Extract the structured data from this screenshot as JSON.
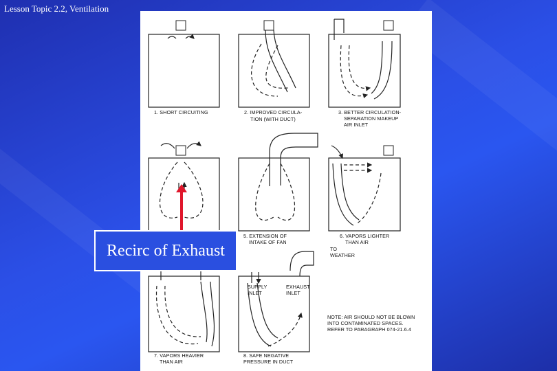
{
  "slide": {
    "title": "Lesson Topic 2.2, Ventilation"
  },
  "callout": {
    "label": "Recirc of Exhaust"
  },
  "figure": {
    "captions": {
      "c1": "1. SHORT CIRCUITING",
      "c2a": "2. IMPROVED CIRCULA-",
      "c2b": "TION (WITH DUCT)",
      "c3a": "3. BETTER CIRCULATION-",
      "c3b": "SEPARATION MAKEUP",
      "c3c": "AIR INLET",
      "c5a": "5. EXTENSION OF",
      "c5b": "INTAKE OF FAN",
      "c6a": "6. VAPORS LIGHTER",
      "c6b": "THAN AIR",
      "c7a": "7. VAPORS HEAVIER",
      "c7b": "THAN AIR",
      "c8a": "8. SAFE NEGATIVE",
      "c8b": "PRESSURE IN DUCT",
      "to_weather_a": "TO",
      "to_weather_b": "WEATHER",
      "supply_a": "SUPPLY",
      "supply_b": "INLET",
      "exhaust_a": "EXHAUST",
      "exhaust_b": "INLET",
      "note_a": "NOTE: AIR SHOULD NOT BE BLOWN",
      "note_b": "INTO CONTAMINATED SPACES.",
      "note_c": "REFER TO PARAGRAPH 074-21.6.4"
    }
  },
  "colors": {
    "pointer": "#e0162b",
    "background": "#2a4fe0"
  }
}
